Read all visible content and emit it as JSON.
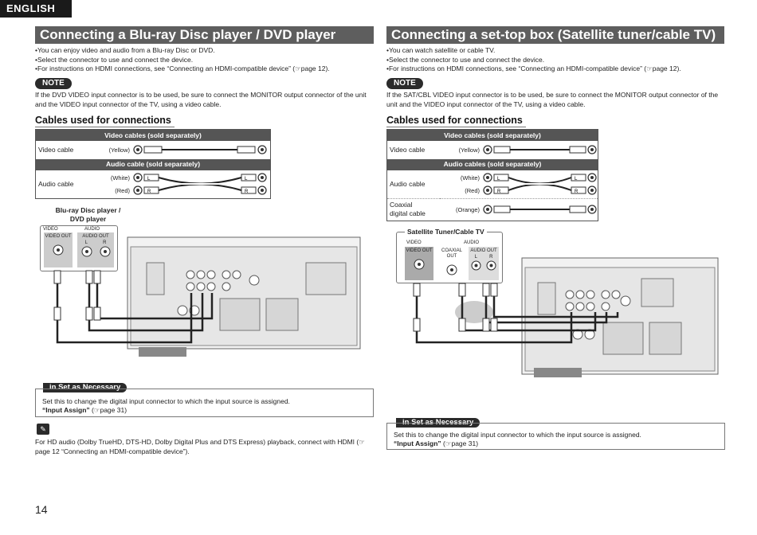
{
  "language": "ENGLISH",
  "page_number": "14",
  "left": {
    "title": "Connecting a Blu-ray Disc player / DVD player",
    "bullets": [
      "You can enjoy video and audio from a Blu-ray Disc or DVD.",
      "Select the connector to use and connect the device.",
      "For instructions on HDMI connections, see “Connecting an HDMI-compatible device” (☞page 12)."
    ],
    "note_label": "NOTE",
    "note_text": "If the DVD VIDEO input connector is to be used, be sure to connect the MONITOR output connector of the unit and the VIDEO input connector of the TV, using a video cable.",
    "cables_title": "Cables used for connections",
    "video_header": "Video cables (sold separately)",
    "video_cable": "Video cable",
    "video_color": "(Yellow)",
    "audio_header": "Audio cable (sold separately)",
    "audio_cable": "Audio cable",
    "audio_white": "(White)",
    "audio_red": "(Red)",
    "device_line1": "Blu-ray Disc player /",
    "device_line2": "DVD player",
    "panel_video": "VIDEO",
    "panel_audio": "AUDIO",
    "panel_video_out": "VIDEO OUT",
    "panel_audio_out": "AUDIO OUT",
    "panel_l": "L",
    "panel_r": "R",
    "set_label": "in Set as Necessary",
    "set_text": "Set this to change the digital input connector to which the input source is assigned.",
    "set_link_bold": "“Input Assign”",
    "set_link_page": "(☞page 31)",
    "memo_text": "For HD audio (Dolby TrueHD, DTS-HD, Dolby Digital Plus and DTS Express) playback, connect with HDMI (☞page 12 “Connecting an HDMI-compatible device”)."
  },
  "right": {
    "title": "Connecting a set-top box (Satellite tuner/cable TV)",
    "bullets": [
      "You can watch satellite or cable TV.",
      "Select the connector to use and connect the device.",
      "For instructions on HDMI connections, see “Connecting an HDMI-compatible device” (☞page 12)."
    ],
    "note_label": "NOTE",
    "note_text": "If the SAT/CBL VIDEO input connector is to be used, be sure to connect the MONITOR output connector of the unit and the VIDEO input connector of the TV, using a video cable.",
    "cables_title": "Cables used for connections",
    "video_header": "Video cables (sold separately)",
    "video_cable": "Video cable",
    "video_color": "(Yellow)",
    "audio_header": "Audio cables (sold separately)",
    "audio_cable": "Audio cable",
    "audio_white": "(White)",
    "audio_red": "(Red)",
    "coaxial_line1": "Coaxial",
    "coaxial_line2": "digital cable",
    "coaxial_color": "(Orange)",
    "device_label": "Satellite Tuner/Cable TV",
    "panel_video": "VIDEO",
    "panel_audio": "AUDIO",
    "panel_video_out": "VIDEO OUT",
    "panel_coaxial_out": "COAXIAL OUT",
    "panel_audio_out": "AUDIO OUT",
    "panel_l": "L",
    "panel_r": "R",
    "set_label": "in Set as Necessary",
    "set_text": "Set this to change the digital input connector to which the input source is assigned.",
    "set_link_bold": "“Input Assign”",
    "set_link_page": "(☞page 31)"
  }
}
